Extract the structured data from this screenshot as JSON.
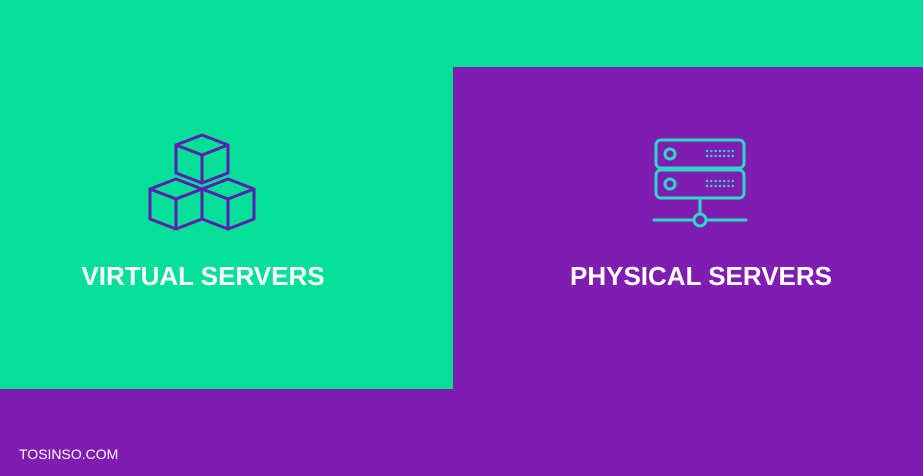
{
  "colors": {
    "green": "#05df98",
    "purple": "#7f1db3",
    "cube_stroke": "#5a1eb0",
    "server_stroke": "#2ed7c8",
    "text": "#ffffff"
  },
  "left_panel": {
    "title": "VIRTUAL SERVERS",
    "icon": "cubes-icon"
  },
  "right_panel": {
    "title": "PHYSICAL SERVERS",
    "icon": "server-icon"
  },
  "footer": {
    "watermark": "TOSINSO.COM"
  }
}
